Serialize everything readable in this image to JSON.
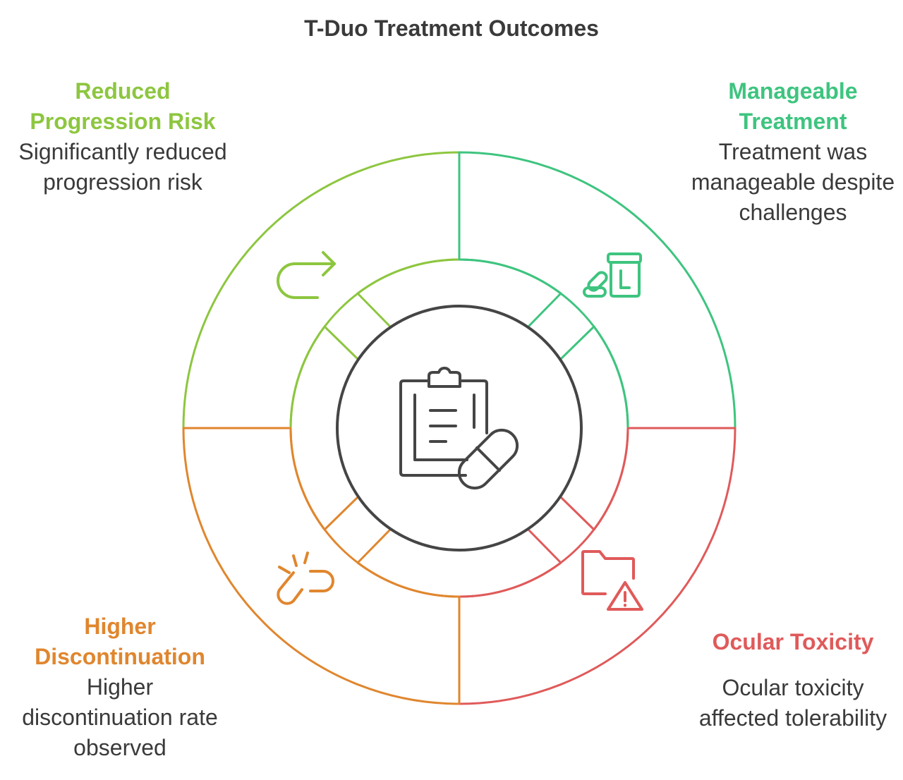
{
  "diagram": {
    "title": "T-Duo Treatment Outcomes",
    "colors": {
      "green": "#8dc63f",
      "teal": "#3ec47f",
      "red": "#e05a5a",
      "orange": "#e0862e",
      "center": "#454545",
      "text": "#3a3a3a"
    },
    "quadrants": [
      {
        "id": "reduced",
        "heading": "Reduced Progression Risk",
        "description": "Significantly reduced progression risk",
        "icon": "redo-arrow-icon"
      },
      {
        "id": "manageable",
        "heading": "Manageable Treatment",
        "description": "Treatment was manageable despite challenges",
        "icon": "medication-icon"
      },
      {
        "id": "higher",
        "heading": "Higher Discontinuation",
        "description": "Higher discontinuation rate observed",
        "icon": "broken-link-icon"
      },
      {
        "id": "ocular",
        "heading": "Ocular Toxicity",
        "description": "Ocular toxicity affected tolerability",
        "icon": "folder-warning-icon"
      }
    ],
    "center_icon": "clipboard-pill-icon"
  }
}
